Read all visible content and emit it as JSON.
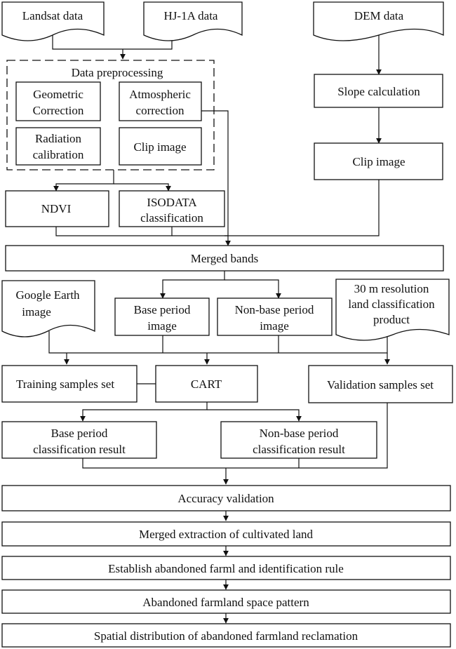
{
  "nodes": {
    "landsat": "Landsat data",
    "hj1a": "HJ-1A data",
    "dem": "DEM data",
    "preprocessing": "Data preprocessing",
    "geometric": [
      "Geometric",
      "Correction"
    ],
    "atmospheric": [
      "Atmospheric",
      "correction"
    ],
    "radiation": [
      "Radiation",
      "calibration"
    ],
    "clip_image_left": "Clip image",
    "slope": "Slope calculation",
    "clip_image_right": "Clip image",
    "ndvi": "NDVI",
    "isodata": [
      "ISODATA",
      "classification"
    ],
    "merged_bands": "Merged bands",
    "google_earth": [
      "Google Earth",
      "image"
    ],
    "base_period_image": [
      "Base period",
      "image"
    ],
    "nonbase_period_image": [
      "Non-base period",
      "image"
    ],
    "land_product": [
      "30 m resolution",
      "land classification",
      "product"
    ],
    "training": "Training samples set",
    "cart": "CART",
    "validation": "Validation samples set",
    "base_result": [
      "Base period",
      "classification result"
    ],
    "nonbase_result": [
      "Non-base period",
      "classification result"
    ],
    "accuracy": "Accuracy validation",
    "merged_extraction": "Merged extraction of cultivated land",
    "establish_rule": "Establish abandoned farml and identification rule",
    "space_pattern": "Abandoned farmland space pattern",
    "reclamation": "Spatial distribution of abandoned farmland reclamation"
  }
}
